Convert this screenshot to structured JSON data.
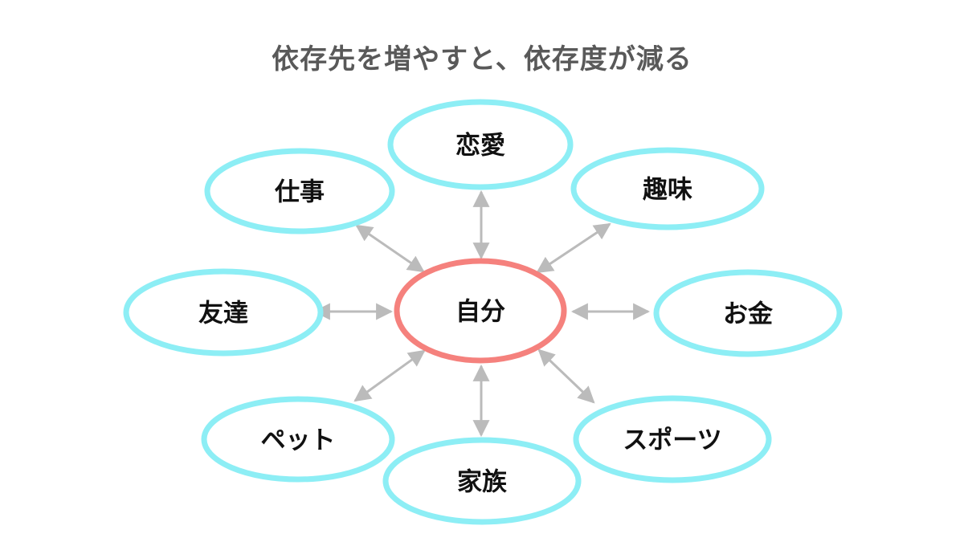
{
  "title": {
    "text": "依存先を増やすと、依存度が減る"
  },
  "colors": {
    "background": "#FFFFFF",
    "title_text": "#595959",
    "node_text": "#111111",
    "satellite_border": "#8DEEF5",
    "center_border": "#F5817D",
    "arrow": "#BBBBBB"
  },
  "diagram": {
    "type": "hub-and-spoke",
    "edge_style": "double-headed-arrow",
    "center": {
      "label": "自分"
    },
    "satellites": [
      {
        "label": "恋愛",
        "position": "top"
      },
      {
        "label": "趣味",
        "position": "top-right"
      },
      {
        "label": "お金",
        "position": "right"
      },
      {
        "label": "スポーツ",
        "position": "bottom-right"
      },
      {
        "label": "家族",
        "position": "bottom"
      },
      {
        "label": "ペット",
        "position": "bottom-left"
      },
      {
        "label": "友達",
        "position": "left"
      },
      {
        "label": "仕事",
        "position": "top-left"
      }
    ]
  }
}
